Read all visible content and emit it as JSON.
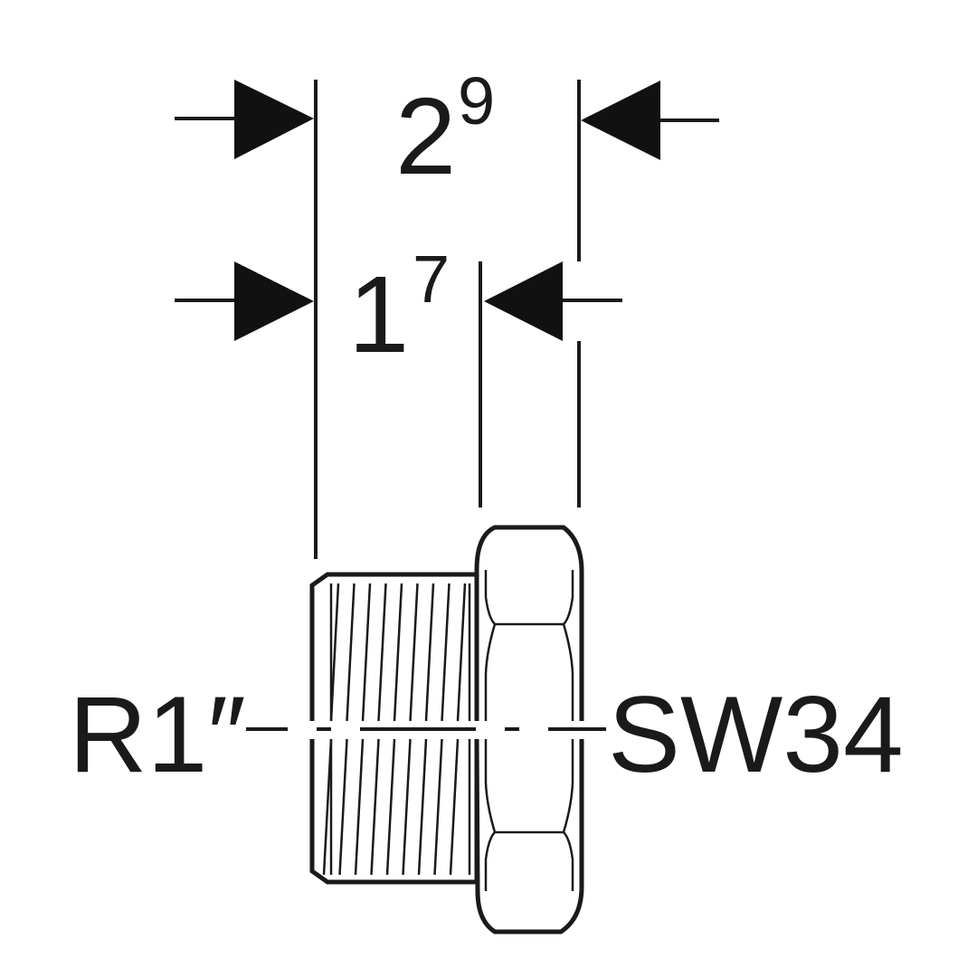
{
  "dimensions": {
    "overall_width": {
      "main": "2",
      "sup": "9"
    },
    "inner_width": {
      "main": "1",
      "sup": "7"
    }
  },
  "labels": {
    "thread": "R1″",
    "wrench_size": "SW34"
  },
  "colors": {
    "stroke": "#1a1a1a",
    "background": "#ffffff"
  }
}
